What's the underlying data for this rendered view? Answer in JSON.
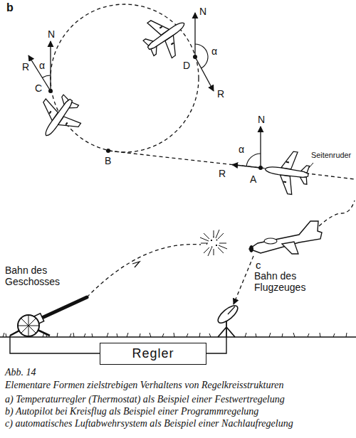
{
  "diagram": {
    "caption": "Elementare Formen zielstrebigen Verhaltens von Regelkreisstrukturen",
    "nodes": [
      {
        "text": [
          "Regler"
        ]
      }
    ],
    "labels": [
      "b",
      "N",
      "α",
      "R",
      "C",
      "N",
      "α",
      "D",
      "R",
      "B",
      "R",
      "N",
      "α",
      "A",
      "Seitenruder",
      "Bahn des Geschosses",
      "c",
      "Bahn des Flugzeuges",
      "Abb. 14",
      "a) Temperaturregler (Thermostat) als Beispiel einer Festwertregelung",
      "b) Autopilot bei Kreisflug als Beispiel einer Programmregelung",
      "c) automatisches Luftabwehrsystem als Beispiel einer Nachlaufregelung"
    ]
  }
}
